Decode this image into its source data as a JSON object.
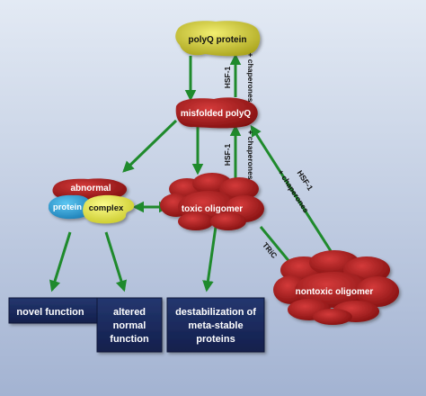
{
  "nodes": {
    "polyq_protein": "polyQ protein",
    "misfolded_polyq": "misfolded polyQ",
    "toxic_oligomer": "toxic oligomer",
    "nontoxic_oligomer": "nontoxic oligomer",
    "abnormal": "abnormal",
    "protein": "protein",
    "complex": "complex"
  },
  "labels": {
    "hsf1_top": "HSF-1",
    "chaperones_top": "+ chaperones",
    "hsf1_mid": "HSF-1",
    "chaperones_mid": "+ chaperones",
    "hsf1_diag": "HSF-1",
    "chaperones_diag": "+ chaperones",
    "tric": "TRiC"
  },
  "outcomes": {
    "novel_function": "novel function",
    "altered_line1": "altered",
    "altered_line2": "normal",
    "altered_line3": "function",
    "destab_line1": "destabilization of",
    "destab_line2": "meta-stable",
    "destab_line3": "proteins"
  },
  "colors": {
    "background_top": "#dfe7f2",
    "background_bottom": "#aab9d6",
    "arrow_green": "#1f8a2c",
    "oligomer_red": "#a81c1c",
    "polyq_yellow": "#d9d42a",
    "protein_blue": "#2a9fd8",
    "complex_yellow": "#ecec3c",
    "outcome_navy": "#1b2b62"
  }
}
